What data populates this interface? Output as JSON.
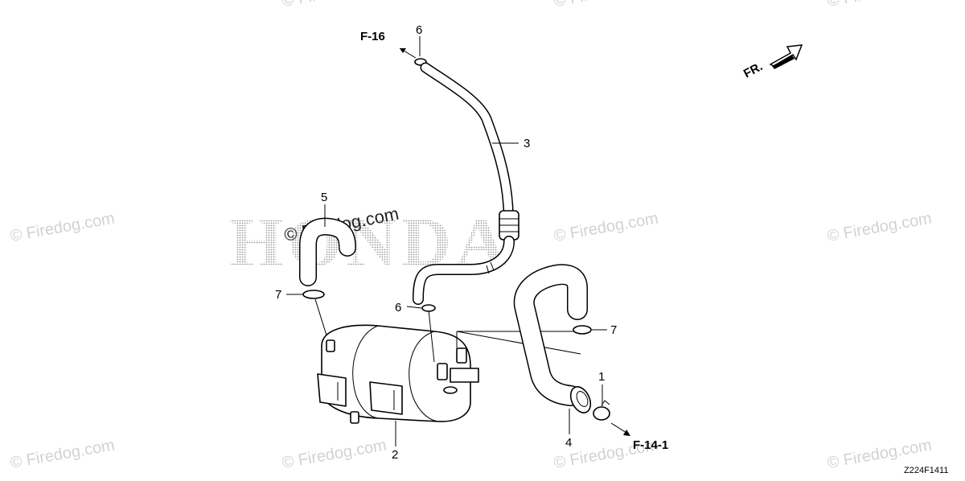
{
  "brand_watermark": "HONDA",
  "watermarks": {
    "text": "Firedog.com",
    "symbol": "©"
  },
  "diagram_code": "Z224F1411",
  "direction": {
    "label": "FR."
  },
  "references": {
    "top": "F-16",
    "bottom": "F-14-1"
  },
  "callouts": {
    "c1": "1",
    "c2": "2",
    "c3": "3",
    "c4": "4",
    "c5": "5",
    "c6a": "6",
    "c6b": "6",
    "c7a": "7",
    "c7b": "7"
  },
  "colors": {
    "line": "#000000",
    "watermark": "#d2d2d2",
    "brand_dots": "#9a9a9a"
  }
}
